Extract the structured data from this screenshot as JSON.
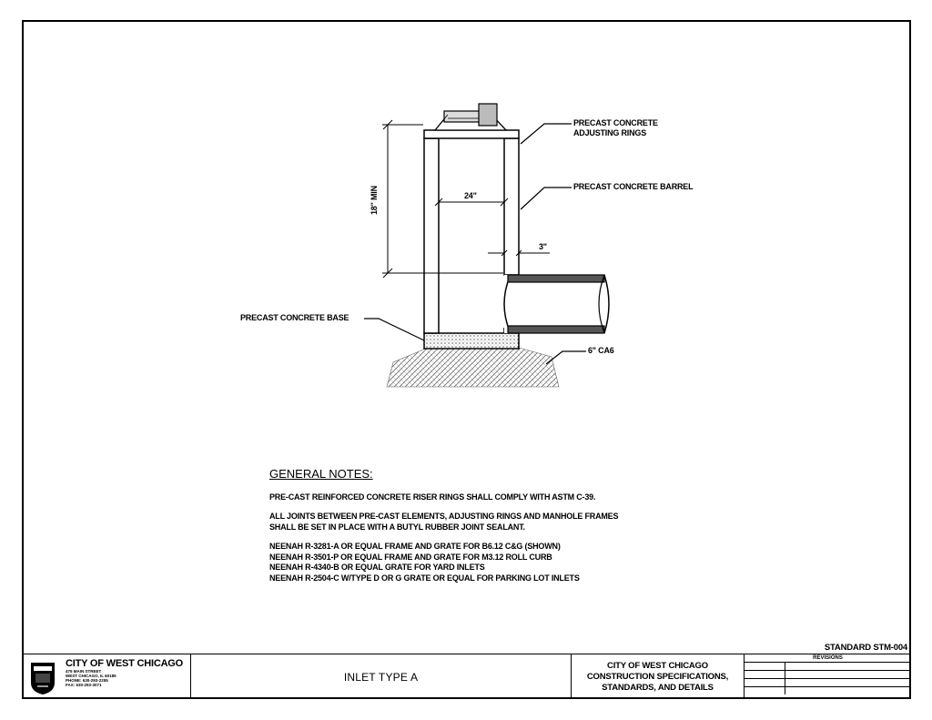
{
  "labels": {
    "adjusting_rings": [
      "PRECAST CONCRETE",
      "ADJUSTING RINGS"
    ],
    "barrel": "PRECAST CONCRETE BARREL",
    "base": "PRECAST CONCRETE BASE",
    "ca6": "6\" CA6",
    "dim_height": "18\" MIN",
    "dim_width": "24\"",
    "dim_wall": "3\""
  },
  "notes": {
    "heading": "GENERAL NOTES:",
    "note1": "PRE-CAST REINFORCED CONCRETE RISER RINGS SHALL COMPLY WITH ASTM C-39.",
    "note2": [
      "ALL JOINTS BETWEEN PRE-CAST ELEMENTS, ADJUSTING RINGS AND MANHOLE FRAMES",
      "SHALL BE SET IN PLACE WITH A BUTYL RUBBER JOINT SEALANT."
    ],
    "note3": [
      "NEENAH R-3281-A OR EQUAL FRAME AND GRATE FOR B6.12 C&G (SHOWN)",
      "NEENAH R-3501-P OR EQUAL FRAME AND GRATE FOR M3.12 ROLL CURB",
      "NEENAH R-4340-B OR EQUAL GRATE FOR YARD INLETS",
      "NEENAH R-2504-C W/TYPE D OR G GRATE OR EQUAL FOR PARKING LOT INLETS"
    ]
  },
  "standard": "STANDARD STM-004",
  "title_block": {
    "city": "CITY OF WEST CHICAGO",
    "address": [
      "475 MAIN STREET",
      "WEST CHICAGO, IL 60185",
      "PHONE: 630-293-2255",
      "FAX: 630-293-3071"
    ],
    "drawing_name": "INLET TYPE A",
    "spec": [
      "CITY OF WEST CHICAGO",
      "CONSTRUCTION SPECIFICATIONS,",
      "STANDARDS, AND DETAILS"
    ],
    "revisions": "REVISIONS"
  }
}
